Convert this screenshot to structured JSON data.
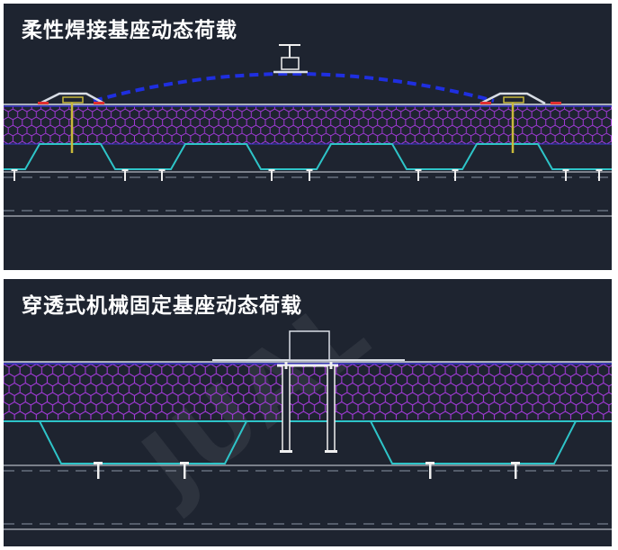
{
  "panels": {
    "top": {
      "title": "柔性焊接基座动态荷载"
    },
    "bottom": {
      "title": "穿透式机械固定基座动态荷载",
      "watermark": "JUAL"
    }
  },
  "colors": {
    "background": "#1e2430",
    "hex_pattern": "#a23ad8",
    "insulation_border": "#3a3ad0",
    "deck": "#2ec4c8",
    "membrane": "#d8dde5",
    "load_curve": "#1f2fe0",
    "fastener": "#f0f0f0",
    "anchor": "#c8b93a",
    "seam_marker": "#e03030",
    "dashed_line": "#8a93a3"
  }
}
